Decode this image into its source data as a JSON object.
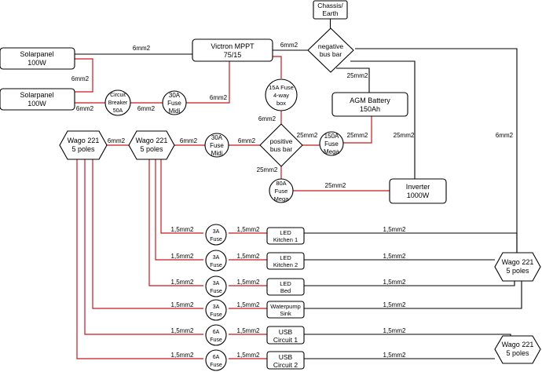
{
  "components": {
    "chassis": [
      "Chassis/",
      "Earth"
    ],
    "neg_bus": [
      "negative",
      "bus bar"
    ],
    "mppt": [
      "Victron MPPT",
      "75/15"
    ],
    "solar1": [
      "Solarpanel",
      "100W"
    ],
    "solar2": [
      "Solarpanel",
      "100W"
    ],
    "breaker": [
      "Circuit",
      "Breaker",
      "50A"
    ],
    "fuse_mppt": [
      "30A",
      "Fuse",
      "Midi"
    ],
    "fuse_4way": [
      "15A Fuse",
      "4-way",
      "box"
    ],
    "battery": [
      "AGM Battery",
      "150Ah"
    ],
    "wago_left": [
      "Wago 221",
      "5 poles"
    ],
    "wago_mid": [
      "Wago 221",
      "5 poles"
    ],
    "fuse_pos": [
      "30A",
      "Fuse",
      "Midi"
    ],
    "pos_bus": [
      "positive",
      "bus bar"
    ],
    "fuse_mega150": [
      "150A",
      "Fuse",
      "Mega"
    ],
    "fuse_mega80": [
      "80A",
      "Fuse",
      "Mega"
    ],
    "inverter": [
      "Inverter",
      "1000W"
    ],
    "wago_right_upper": [
      "Wago 221",
      "5 poles"
    ],
    "wago_right_lower": [
      "Wago 221",
      "5 poles"
    ]
  },
  "circuits": [
    {
      "fuse": [
        "3A",
        "Fuse"
      ],
      "load": [
        "LED",
        "Kitchen 1"
      ],
      "wire_a": "1,5mm2",
      "wire_b": "1,5mm2",
      "wire_c": "1,5mm2"
    },
    {
      "fuse": [
        "3A",
        "Fuse"
      ],
      "load": [
        "LED",
        "Kitchen 2"
      ],
      "wire_a": "1,5mm2",
      "wire_b": "1,5mm2",
      "wire_c": "1,5mm2"
    },
    {
      "fuse": [
        "3A",
        "Fuse"
      ],
      "load": [
        "LED",
        "Bed"
      ],
      "wire_a": "1,5mm2",
      "wire_b": "1,5mm2",
      "wire_c": "1,5mm2"
    },
    {
      "fuse": [
        "3A",
        "Fuse"
      ],
      "load": [
        "Waterpump",
        "Sink"
      ],
      "wire_a": "1,5mm2",
      "wire_b": "1,5mm2",
      "wire_c": "1,5mm2"
    },
    {
      "fuse": [
        "6A",
        "Fuse"
      ],
      "load": [
        "USB",
        "Circuit 1"
      ],
      "wire_a": "1,5mm2",
      "wire_b": "1,5mm2",
      "wire_c": "1,5mm2"
    },
    {
      "fuse": [
        "6A",
        "Fuse"
      ],
      "load": [
        "USB",
        "Circuit 2"
      ],
      "wire_a": "1,5mm2",
      "wire_b": "1,5mm2",
      "wire_c": "1,5mm2"
    }
  ],
  "wires": {
    "solar_mppt": "6mm2",
    "solar_series": "6mm2",
    "solar_breaker": "6mm2",
    "breaker_fuse": "6mm2",
    "fuse_mppt": "6mm2",
    "mppt_negbus": "6mm2",
    "negbus_battery": "25mm2",
    "negbus_right": "6mm2",
    "inverter_neg": "25mm2",
    "fusebox_posbus": "6mm2",
    "wago_wago": "6mm2",
    "wago_fuse": "6mm2",
    "fuse_posbus": "6mm2",
    "posbus_mega150": "25mm2",
    "mega150_battery": "25mm2",
    "posbus_mega80": "25mm2",
    "mega80_inverter": "25mm2"
  }
}
